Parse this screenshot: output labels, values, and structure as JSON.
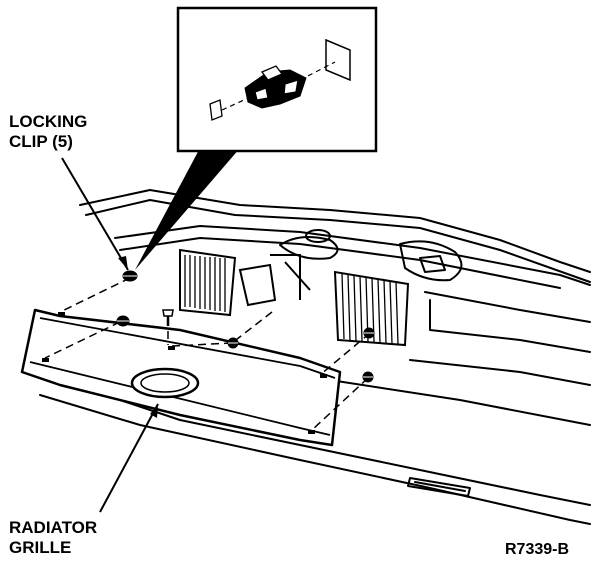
{
  "labels": {
    "locking_clip_line1": "LOCKING",
    "locking_clip_line2": "CLIP (5)",
    "radiator_grille_line1": "RADIATOR",
    "radiator_grille_line2": "GRILLE",
    "figure_ref": "R7339-B"
  }
}
